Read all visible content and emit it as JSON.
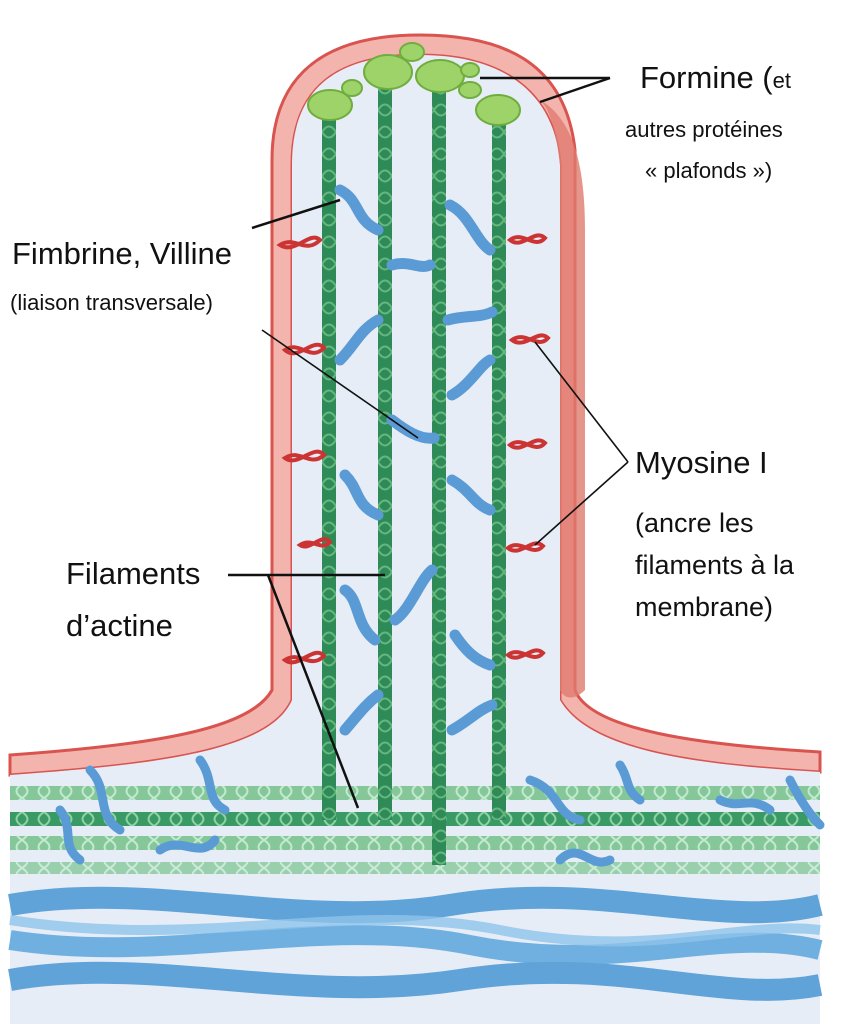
{
  "labels": {
    "formine_main": "Formine (",
    "formine_et": "et",
    "formine_line2": "autres protéines",
    "formine_line3": "« plafonds »)",
    "fimbrine_main": "Fimbrine, Villine",
    "fimbrine_sub": "(liaison transversale)",
    "myosine_main": "Myosine I",
    "myosine_sub1": "(ancre les",
    "myosine_sub2": "filaments à la",
    "myosine_sub3": "membrane)",
    "actine_line1": "Filaments",
    "actine_line2": "d’actine"
  },
  "colors": {
    "membrane_outer": "#d9534f",
    "membrane_fill": "#f2b4ad",
    "cytoplasm": "#e6edf7",
    "actin_dark": "#2e8b57",
    "actin_light": "#7fbf8f",
    "fimbrin": "#5b9bd5",
    "myosin": "#cc3333",
    "formin": "#9ed36a",
    "cortex_blue": "#5fa3d8"
  }
}
